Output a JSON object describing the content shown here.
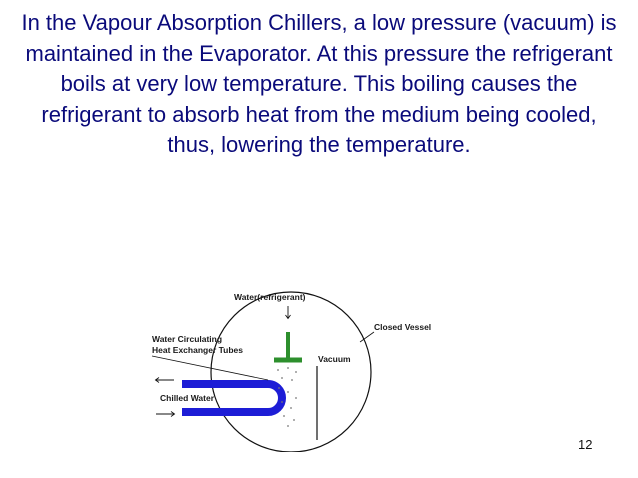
{
  "slide": {
    "body_text": "In the Vapour Absorption Chillers, a low pressure (vacuum) is maintained in the Evaporator. At this pressure the refrigerant boils at very low temperature. This boiling causes the refrigerant to absorb heat from the medium being cooled, thus, lowering the temperature."
  },
  "diagram": {
    "labels": {
      "water_refrigerant": "Water(refrigerant)",
      "closed_vessel": "Closed Vessel",
      "water_circulating_line1": "Water Circulating",
      "water_circulating_line2": "Heat Exchanger Tubes",
      "vacuum": "Vacuum",
      "chilled_water": "Chilled Water"
    },
    "colors": {
      "tube": "#1d1dd6",
      "sprayer": "#2d8f2d",
      "vessel": "#111111"
    }
  },
  "footer": {
    "page_number": "12"
  }
}
